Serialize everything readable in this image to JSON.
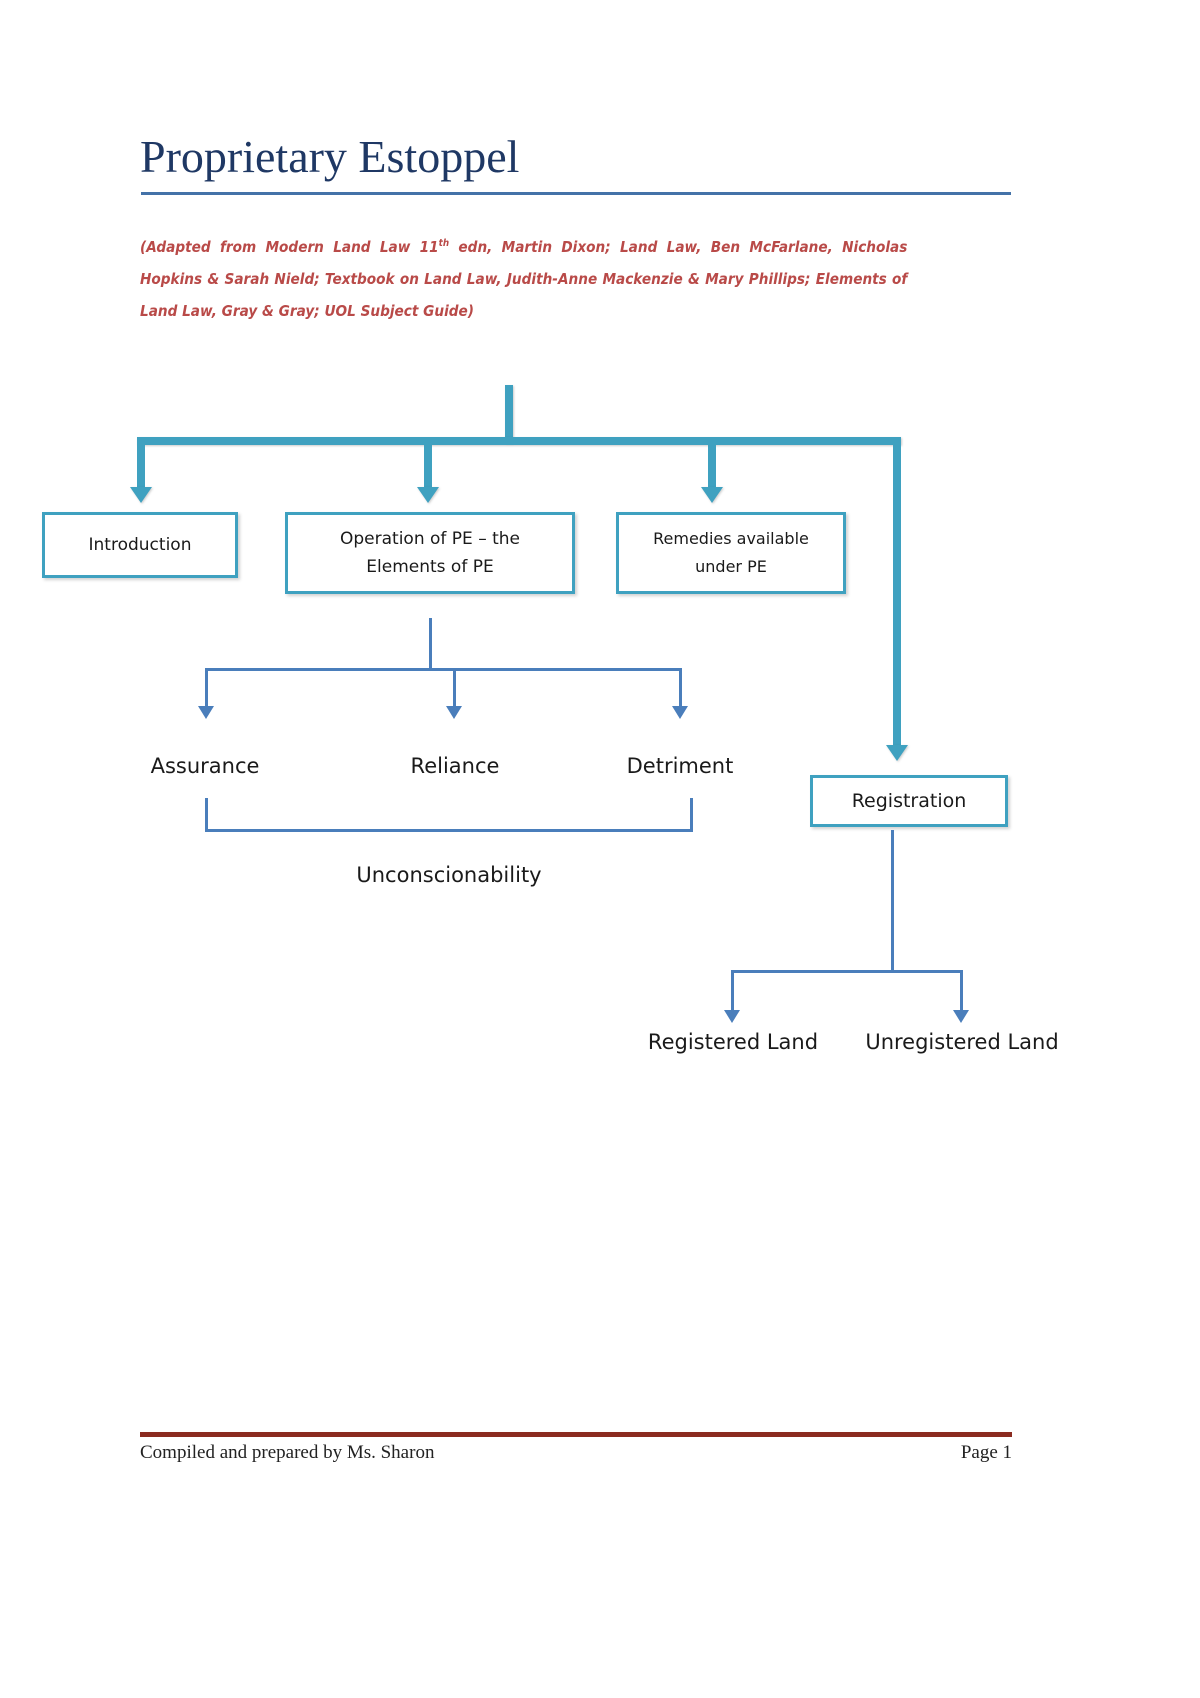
{
  "document": {
    "title": "Proprietary Estoppel",
    "attribution_parts": {
      "before_sup": "(Adapted from Modern Land Law 11",
      "sup": "th",
      "after_sup": " edn, Martin Dixon; Land Law, Ben McFarlane, Nicholas Hopkins & Sarah Nield; Textbook on Land Law, Judith-Anne Mackenzie & Mary Phillips; Elements of Land Law, Gray & Gray; UOL Subject Guide)"
    },
    "colors": {
      "title": "#1F3864",
      "title_rule": "#4472A8",
      "attribution": "#B94A48",
      "teal_connector": "#3FA1C0",
      "blue_connector": "#4A7EBB",
      "footer_rule": "#8B2B20"
    }
  },
  "footer": {
    "left": "Compiled and prepared by Ms. Sharon",
    "right": "Page 1"
  },
  "flowchart": {
    "level1": [
      {
        "id": "introduction",
        "label": "Introduction"
      },
      {
        "id": "operation-of-pe",
        "label": "Operation of PE – the Elements of PE"
      },
      {
        "id": "remedies",
        "label": "Remedies available under PE"
      }
    ],
    "elements": [
      {
        "id": "assurance",
        "label": "Assurance"
      },
      {
        "id": "reliance",
        "label": "Reliance"
      },
      {
        "id": "detriment",
        "label": "Detriment"
      }
    ],
    "unconscionability": {
      "id": "unconscionability",
      "label": "Unconscionability"
    },
    "registration": {
      "id": "registration",
      "label": "Registration"
    },
    "registration_children": [
      {
        "id": "registered-land",
        "label": "Registered Land"
      },
      {
        "id": "unregistered-land",
        "label": "Unregistered Land"
      }
    ]
  }
}
